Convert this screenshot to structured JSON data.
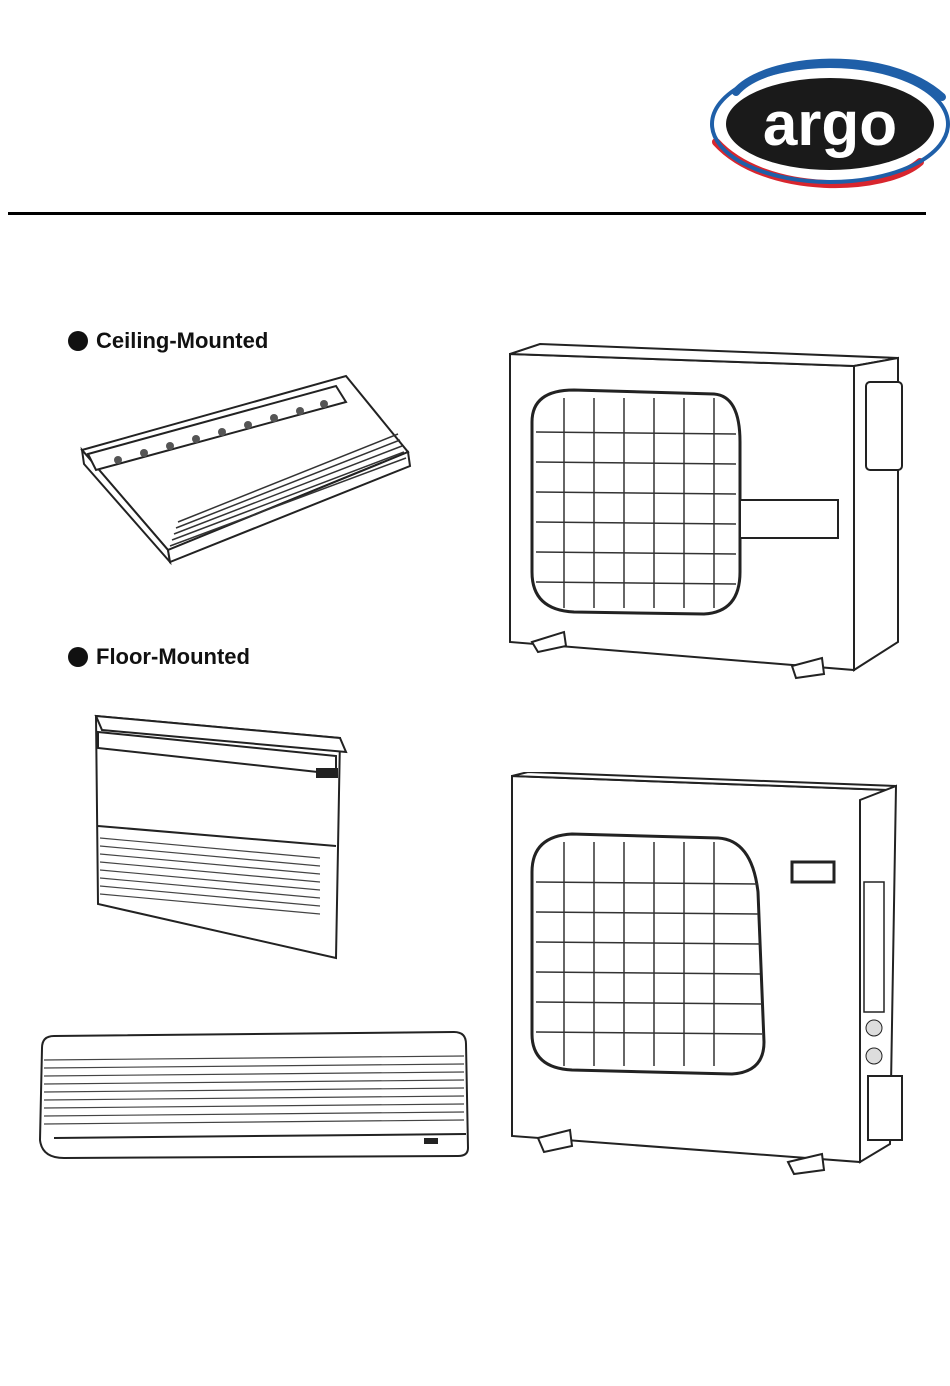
{
  "brand": {
    "logo_text": "argo",
    "colors": {
      "blue": "#1f5fa8",
      "red": "#d8262e",
      "ink": "#1a1a1a"
    }
  },
  "sections": {
    "ceiling": {
      "label": "Ceiling-Mounted"
    },
    "floor": {
      "label": "Floor-Mounted"
    }
  },
  "illustrations": [
    {
      "name": "ceiling-mounted-indoor-unit"
    },
    {
      "name": "floor-mounted-indoor-unit"
    },
    {
      "name": "wall-mounted-indoor-unit"
    },
    {
      "name": "outdoor-unit-small"
    },
    {
      "name": "outdoor-unit-large"
    }
  ]
}
